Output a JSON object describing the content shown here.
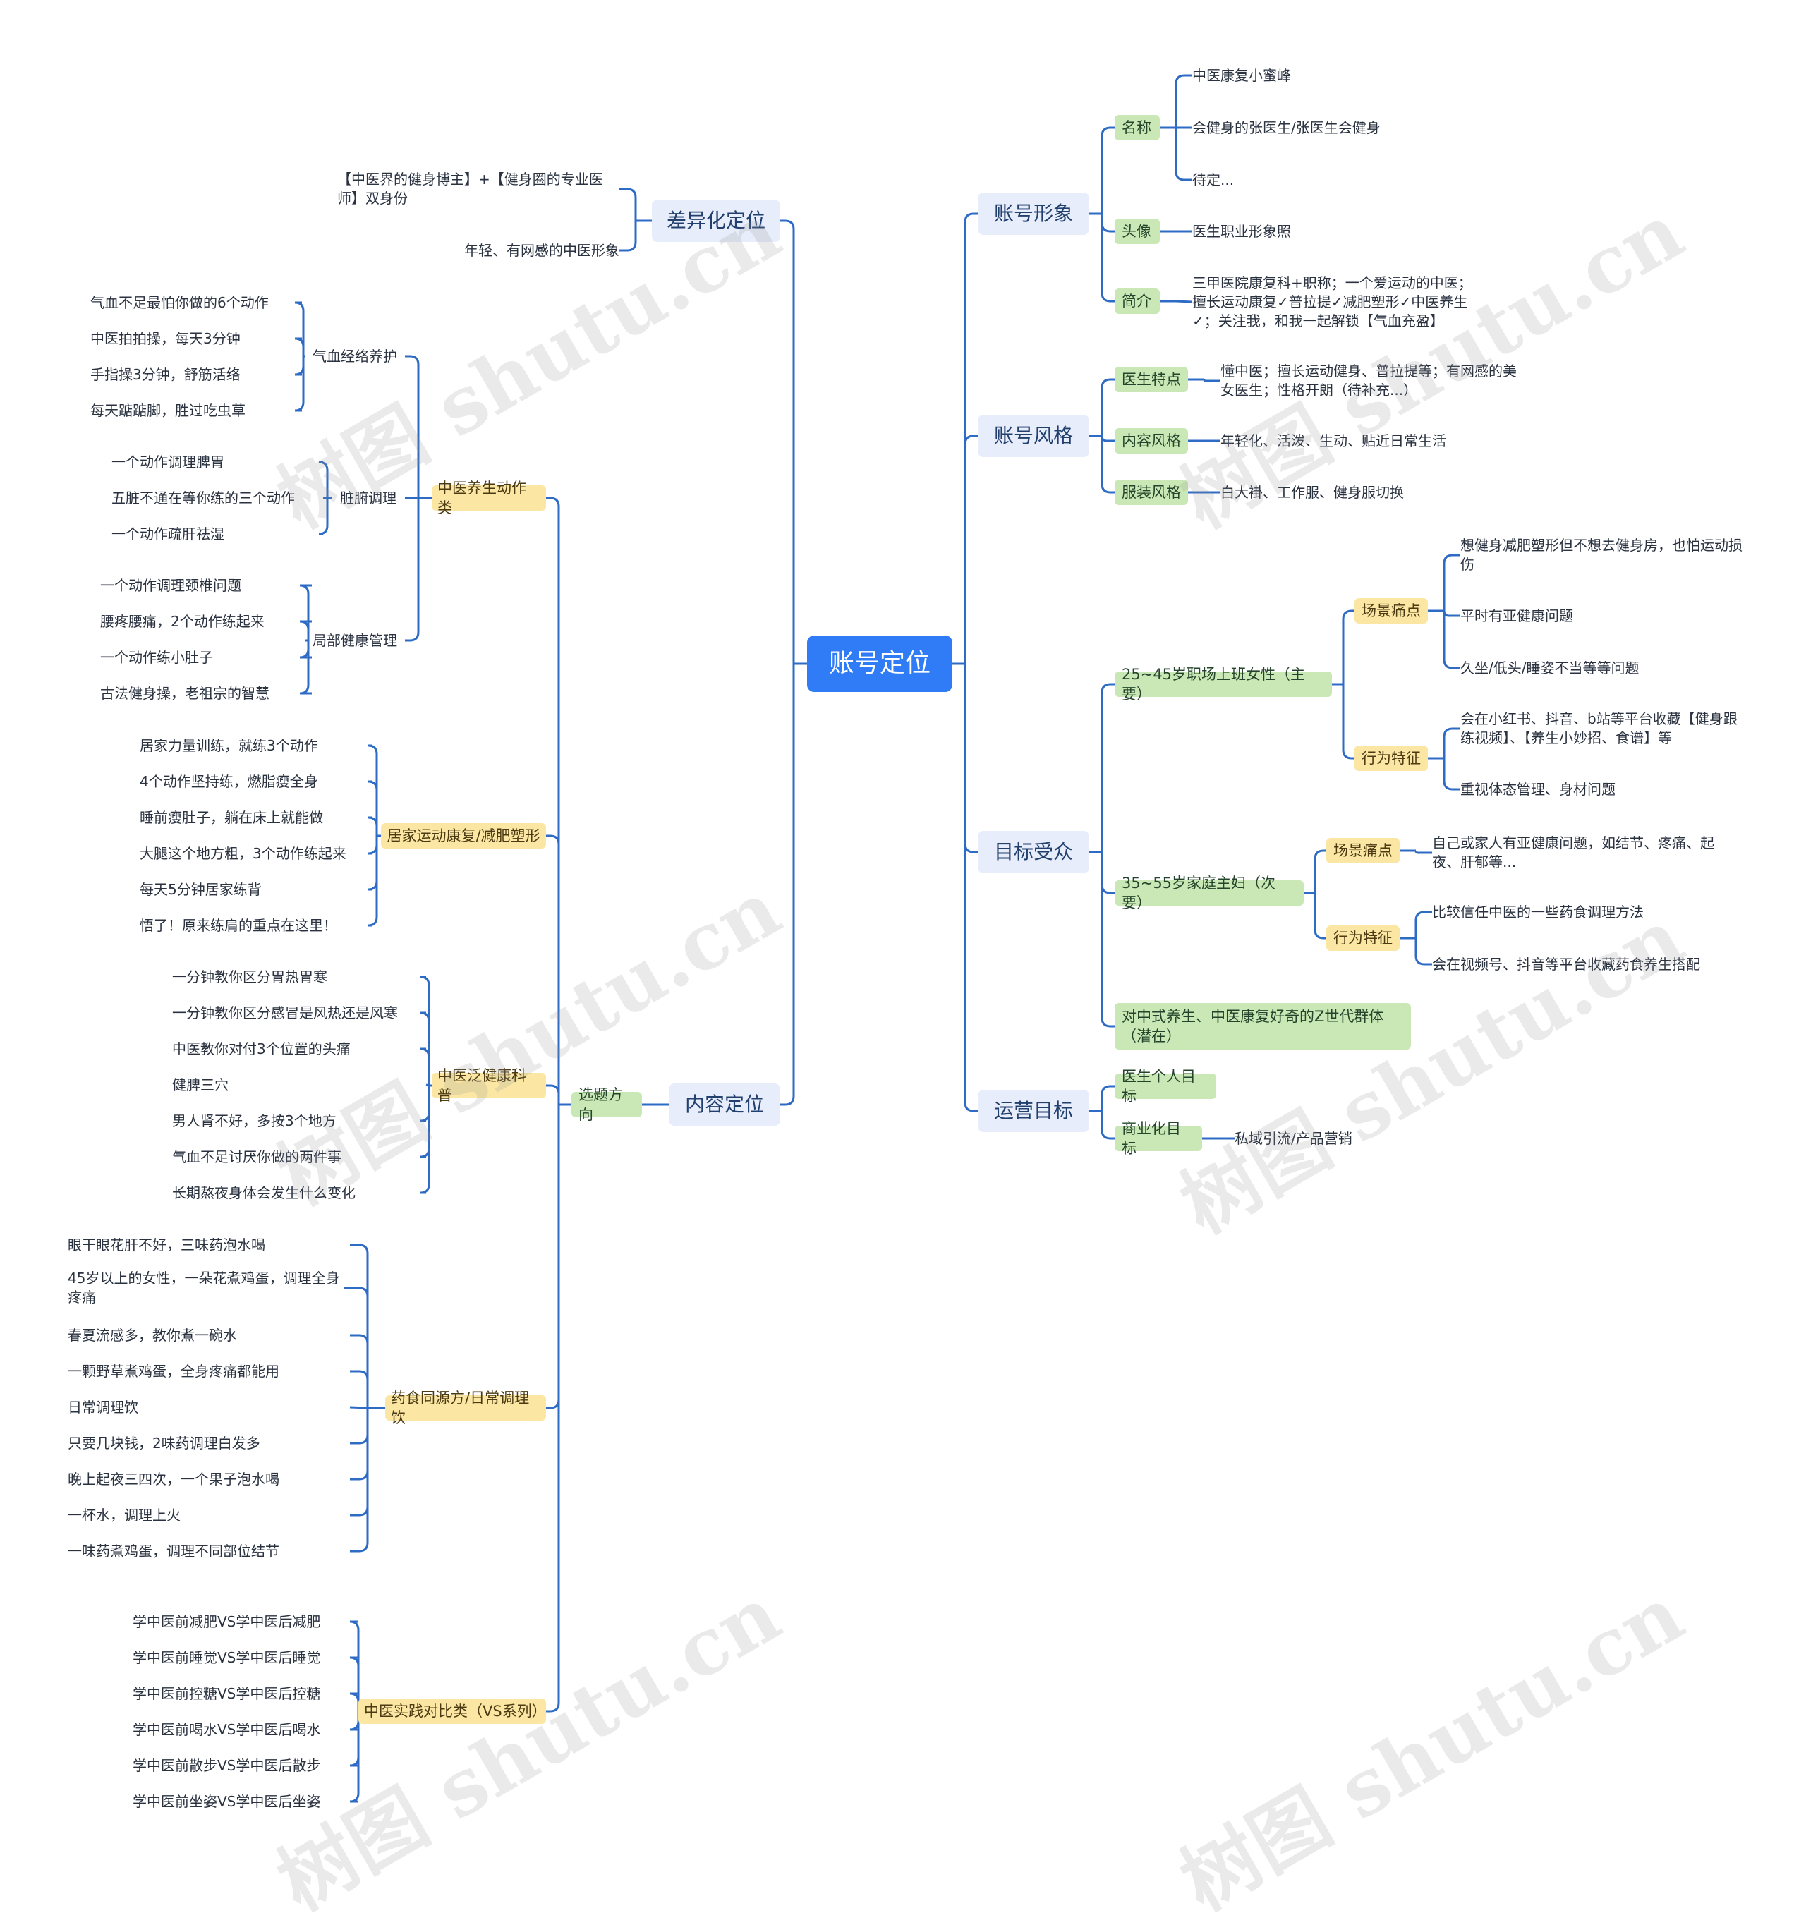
{
  "root": "账号定位",
  "watermark": "树图 shutu.cn",
  "colors": {
    "root": "#2f7cf6",
    "line": "#2e6bc4",
    "main": "#e7edfb",
    "green": "#c9e8b5",
    "yellow": "#fbe7a3"
  },
  "left": {
    "diff": {
      "label": "差异化定位",
      "items": [
        "【中医界的健身博主】+【健身圈的专业医师】双身份",
        "年轻、有网感的中医形象"
      ]
    },
    "content": {
      "label": "内容定位",
      "topic": {
        "label": "选题方向",
        "categories": [
          {
            "label": "中医养生动作类",
            "subs": [
              {
                "label": "气血经络养护",
                "items": [
                  "气血不足最怕你做的6个动作",
                  "中医拍拍操，每天3分钟",
                  "手指操3分钟，舒筋活络",
                  "每天踮踮脚，胜过吃虫草"
                ]
              },
              {
                "label": "脏腑调理",
                "items": [
                  "一个动作调理脾胃",
                  "五脏不通在等你练的三个动作",
                  "一个动作疏肝祛湿"
                ]
              },
              {
                "label": "局部健康管理",
                "items": [
                  "一个动作调理颈椎问题",
                  "腰疼腰痛，2个动作练起来",
                  "一个动作练小肚子",
                  "古法健身操，老祖宗的智慧"
                ]
              }
            ]
          },
          {
            "label": "居家运动康复/减肥塑形",
            "items": [
              "居家力量训练，就练3个动作",
              "4个动作坚持练，燃脂瘦全身",
              "睡前瘦肚子，躺在床上就能做",
              "大腿这个地方粗，3个动作练起来",
              "每天5分钟居家练背",
              "悟了！原来练肩的重点在这里！"
            ]
          },
          {
            "label": "中医泛健康科普",
            "items": [
              "一分钟教你区分胃热胃寒",
              "一分钟教你区分感冒是风热还是风寒",
              "中医教你对付3个位置的头痛",
              "健脾三穴",
              "男人肾不好，多按3个地方",
              "气血不足讨厌你做的两件事",
              "长期熬夜身体会发生什么变化"
            ]
          },
          {
            "label": "药食同源方/日常调理饮",
            "items": [
              "眼干眼花肝不好，三味药泡水喝",
              "45岁以上的女性，一朵花煮鸡蛋，调理全身疼痛",
              "春夏流感多，教你煮一碗水",
              "一颗野草煮鸡蛋，全身疼痛都能用",
              "日常调理饮",
              "只要几块钱，2味药调理白发多",
              "晚上起夜三四次，一个果子泡水喝",
              "一杯水，调理上火",
              "一味药煮鸡蛋，调理不同部位结节"
            ]
          },
          {
            "label": "中医实践对比类（VS系列）",
            "items": [
              "学中医前减肥VS学中医后减肥",
              "学中医前睡觉VS学中医后睡觉",
              "学中医前控糖VS学中医后控糖",
              "学中医前喝水VS学中医后喝水",
              "学中医前散步VS学中医后散步",
              "学中医前坐姿VS学中医后坐姿"
            ]
          }
        ]
      }
    }
  },
  "right": {
    "image": {
      "label": "账号形象",
      "subs": [
        {
          "label": "名称",
          "items": [
            "中医康复小蜜峰",
            "会健身的张医生/张医生会健身",
            "待定..."
          ]
        },
        {
          "label": "头像",
          "items": [
            "医生职业形象照"
          ]
        },
        {
          "label": "简介",
          "items": [
            "三甲医院康复科+职称；一个爱运动的中医；擅长运动康复✓普拉提✓减肥塑形✓中医养生✓；关注我，和我一起解锁【气血充盈】"
          ]
        }
      ]
    },
    "style": {
      "label": "账号风格",
      "subs": [
        {
          "label": "医生特点",
          "items": [
            "懂中医；擅长运动健身、普拉提等；有网感的美女医生；性格开朗（待补充...）"
          ]
        },
        {
          "label": "内容风格",
          "items": [
            "年轻化、活泼、生动、贴近日常生活"
          ]
        },
        {
          "label": "服装风格",
          "items": [
            "白大褂、工作服、健身服切换"
          ]
        }
      ]
    },
    "audience": {
      "label": "目标受众",
      "groups": [
        {
          "label": "25~45岁职场上班女性（主要）",
          "subs": [
            {
              "label": "场景痛点",
              "items": [
                "想健身减肥塑形但不想去健身房，也怕运动损伤",
                "平时有亚健康问题",
                "久坐/低头/睡姿不当等等问题"
              ]
            },
            {
              "label": "行为特征",
              "items": [
                "会在小红书、抖音、b站等平台收藏【健身跟练视频】、【养生小妙招、食谱】等",
                "重视体态管理、身材问题"
              ]
            }
          ]
        },
        {
          "label": "35~55岁家庭主妇（次要）",
          "subs": [
            {
              "label": "场景痛点",
              "items": [
                "自己或家人有亚健康问题，如结节、疼痛、起夜、肝郁等..."
              ]
            },
            {
              "label": "行为特征",
              "items": [
                "比较信任中医的一些药食调理方法",
                "会在视频号、抖音等平台收藏药食养生搭配"
              ]
            }
          ]
        },
        {
          "label": "对中式养生、中医康复好奇的Z世代群体（潜在）"
        }
      ]
    },
    "ops": {
      "label": "运营目标",
      "subs": [
        {
          "label": "医生个人目标",
          "items": []
        },
        {
          "label": "商业化目标",
          "items": [
            "私域引流/产品营销"
          ]
        }
      ]
    }
  }
}
